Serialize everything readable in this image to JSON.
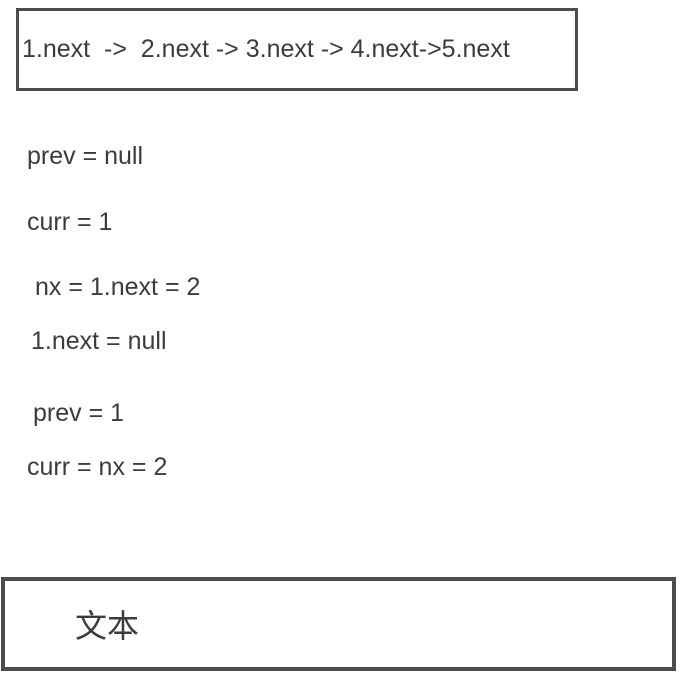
{
  "canvas": {
    "background": "#ffffff"
  },
  "top_box": {
    "text": "1.next  ->  2.next -> 3.next -> 4.next->5.next"
  },
  "notes": [
    {
      "text": "prev = null"
    },
    {
      "text": "curr = 1"
    },
    {
      "text": "nx = 1.next = 2"
    },
    {
      "text": "1.next = null"
    },
    {
      "text": "prev = 1"
    },
    {
      "text": "curr = nx = 2"
    }
  ],
  "bottom_box": {
    "text": "文本"
  },
  "colors": {
    "border": "#4d4d4d",
    "text": "#3c3c3c",
    "background": "#ffffff"
  }
}
